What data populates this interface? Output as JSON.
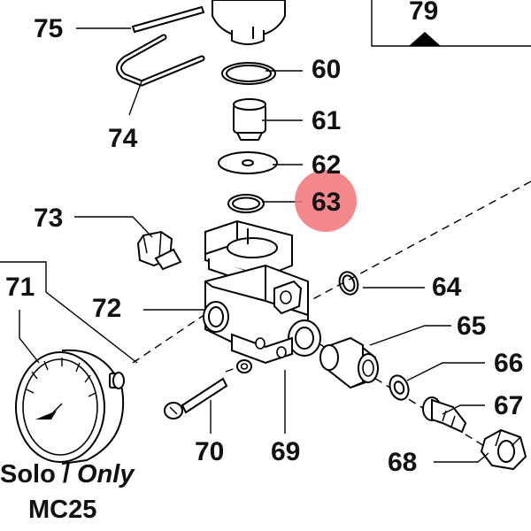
{
  "parts": [
    {
      "id": "p60",
      "number": "60"
    },
    {
      "id": "p61",
      "number": "61"
    },
    {
      "id": "p62",
      "number": "62"
    },
    {
      "id": "p63",
      "number": "63",
      "highlighted": true
    },
    {
      "id": "p64",
      "number": "64"
    },
    {
      "id": "p65",
      "number": "65"
    },
    {
      "id": "p66",
      "number": "66"
    },
    {
      "id": "p67",
      "number": "67"
    },
    {
      "id": "p68",
      "number": "68"
    },
    {
      "id": "p69",
      "number": "69"
    },
    {
      "id": "p70",
      "number": "70"
    },
    {
      "id": "p71",
      "number": "71"
    },
    {
      "id": "p72",
      "number": "72"
    },
    {
      "id": "p73",
      "number": "73"
    },
    {
      "id": "p74",
      "number": "74"
    },
    {
      "id": "p75",
      "number": "75"
    },
    {
      "id": "p79",
      "number": "79"
    }
  ],
  "caption": {
    "solo": "Solo",
    "slash": " / ",
    "only": "Only",
    "model": "MC25"
  },
  "colors": {
    "highlight": "#f4777d",
    "ink": "#000000",
    "background": "#ffffff"
  }
}
